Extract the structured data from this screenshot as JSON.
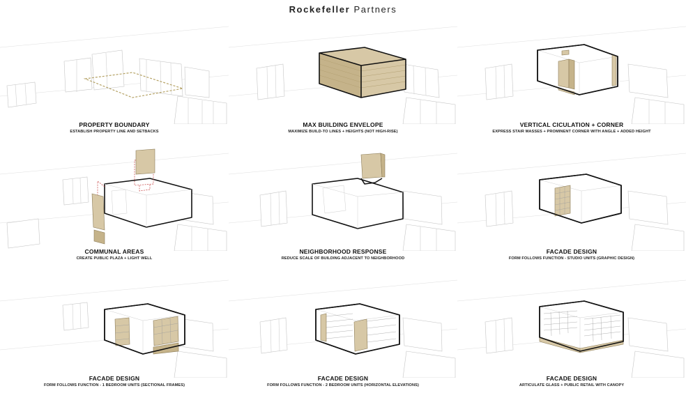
{
  "header": {
    "brand": "Rockefeller",
    "suffix": " Partners"
  },
  "panels": [
    {
      "title": "PROPERTY BOUNDARY",
      "subtitle": "ESTABLISH PROPERTY LINE AND SETBACKS"
    },
    {
      "title": "MAX BUILDING ENVELOPE",
      "subtitle": "MAXIMIZE BUILD-TO LINES + HEIGHTS (NOT HIGH-RISE)"
    },
    {
      "title": "VERTICAL CICULATION + CORNER",
      "subtitle": "EXPRESS STAIR MASSES + PROMINENT CORNER WITH ANGLE + ADDED HEIGHT"
    },
    {
      "title": "COMMUNAL AREAS",
      "subtitle": "CREATE PUBLIC PLAZA + LIGHT WELL"
    },
    {
      "title": "NEIGHBORHOOD RESPONSE",
      "subtitle": "REDUCE SCALE OF BUILDING ADJACENT TO NEIGHBORHOOD"
    },
    {
      "title": "FACADE DESIGN",
      "subtitle": "FORM FOLLOWS FUNCTION - STUDIO UNITS (GRAPHIC DESIGN)"
    },
    {
      "title": "FACADE DESIGN",
      "subtitle": "FORM FOLLOWS FUNCTION - 1 BEDROOM UNITS (SECTIONAL FRAMES)"
    },
    {
      "title": "FACADE DESIGN",
      "subtitle": "FORM FOLLOWS FUNCTION - 2 BEDROOM UNITS (HORIZONTAL ELEVATIONS)"
    },
    {
      "title": "FACADE DESIGN",
      "subtitle": "ARTICULATE GLASS + PUBLIC RETAIL WITH CANOPY"
    }
  ],
  "colors": {
    "accent_tan": "#d7c8a6",
    "outline": "#111111",
    "context": "#cfcfcf",
    "red_marker": "#c43a3a"
  },
  "icons": [
    "isometric-massing-diagram"
  ]
}
